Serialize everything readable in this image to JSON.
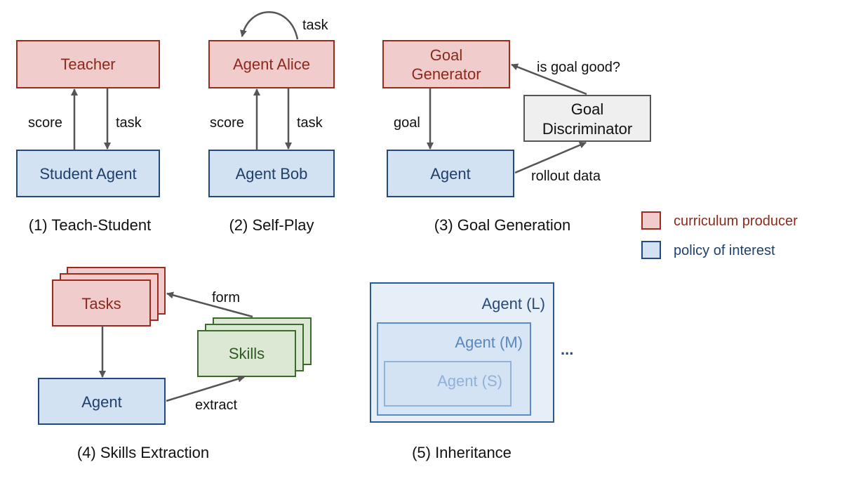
{
  "colors": {
    "red_fill": "#f0cccc",
    "red_stroke": "#9b2a1f",
    "red_text": "#8b2a1c",
    "blue_fill": "#d2e2f3",
    "blue_stroke": "#21497f",
    "blue_text": "#1f3f6c",
    "gray_fill": "#efefef",
    "gray_stroke": "#555555",
    "green_fill": "#dbe8d3",
    "green_stroke": "#3b6a2a",
    "green_text": "#2f5a22",
    "arrow": "#555555",
    "inherit_L_fill": "#e6eef8",
    "inherit_L_stroke": "#2a5a94",
    "inherit_M_fill": "#d7e5f4",
    "inherit_M_stroke": "#5b8cc6",
    "inherit_S_fill": "#d3e3f4",
    "inherit_S_stroke": "#8fb3dc",
    "inherit_L_text": "#2a4a78",
    "inherit_M_text": "#5a87bd",
    "inherit_S_text": "#8fb1da"
  },
  "panel1": {
    "teacher": "Teacher",
    "student": "Student Agent",
    "score": "score",
    "task": "task",
    "caption": "(1) Teach-Student"
  },
  "panel2": {
    "alice": "Agent Alice",
    "bob": "Agent Bob",
    "loop_task": "task",
    "score": "score",
    "task": "task",
    "caption": "(2) Self-Play"
  },
  "panel3": {
    "generator_line1": "Goal",
    "generator_line2": "Generator",
    "discriminator_line1": "Goal",
    "discriminator_line2": "Discriminator",
    "agent": "Agent",
    "goal": "goal",
    "is_goal_good": "is goal good?",
    "rollout": "rollout data",
    "caption": "(3) Goal Generation"
  },
  "legend": {
    "producer": "curriculum producer",
    "policy": "policy of interest"
  },
  "panel4": {
    "tasks": "Tasks",
    "skills": "Skills",
    "agent": "Agent",
    "form": "form",
    "extract": "extract",
    "caption": "(4) Skills Extraction"
  },
  "panel5": {
    "agent_l": "Agent (L)",
    "agent_m": "Agent (M)",
    "agent_s": "Agent (S)",
    "ellipsis": "...",
    "caption": "(5) Inheritance"
  }
}
